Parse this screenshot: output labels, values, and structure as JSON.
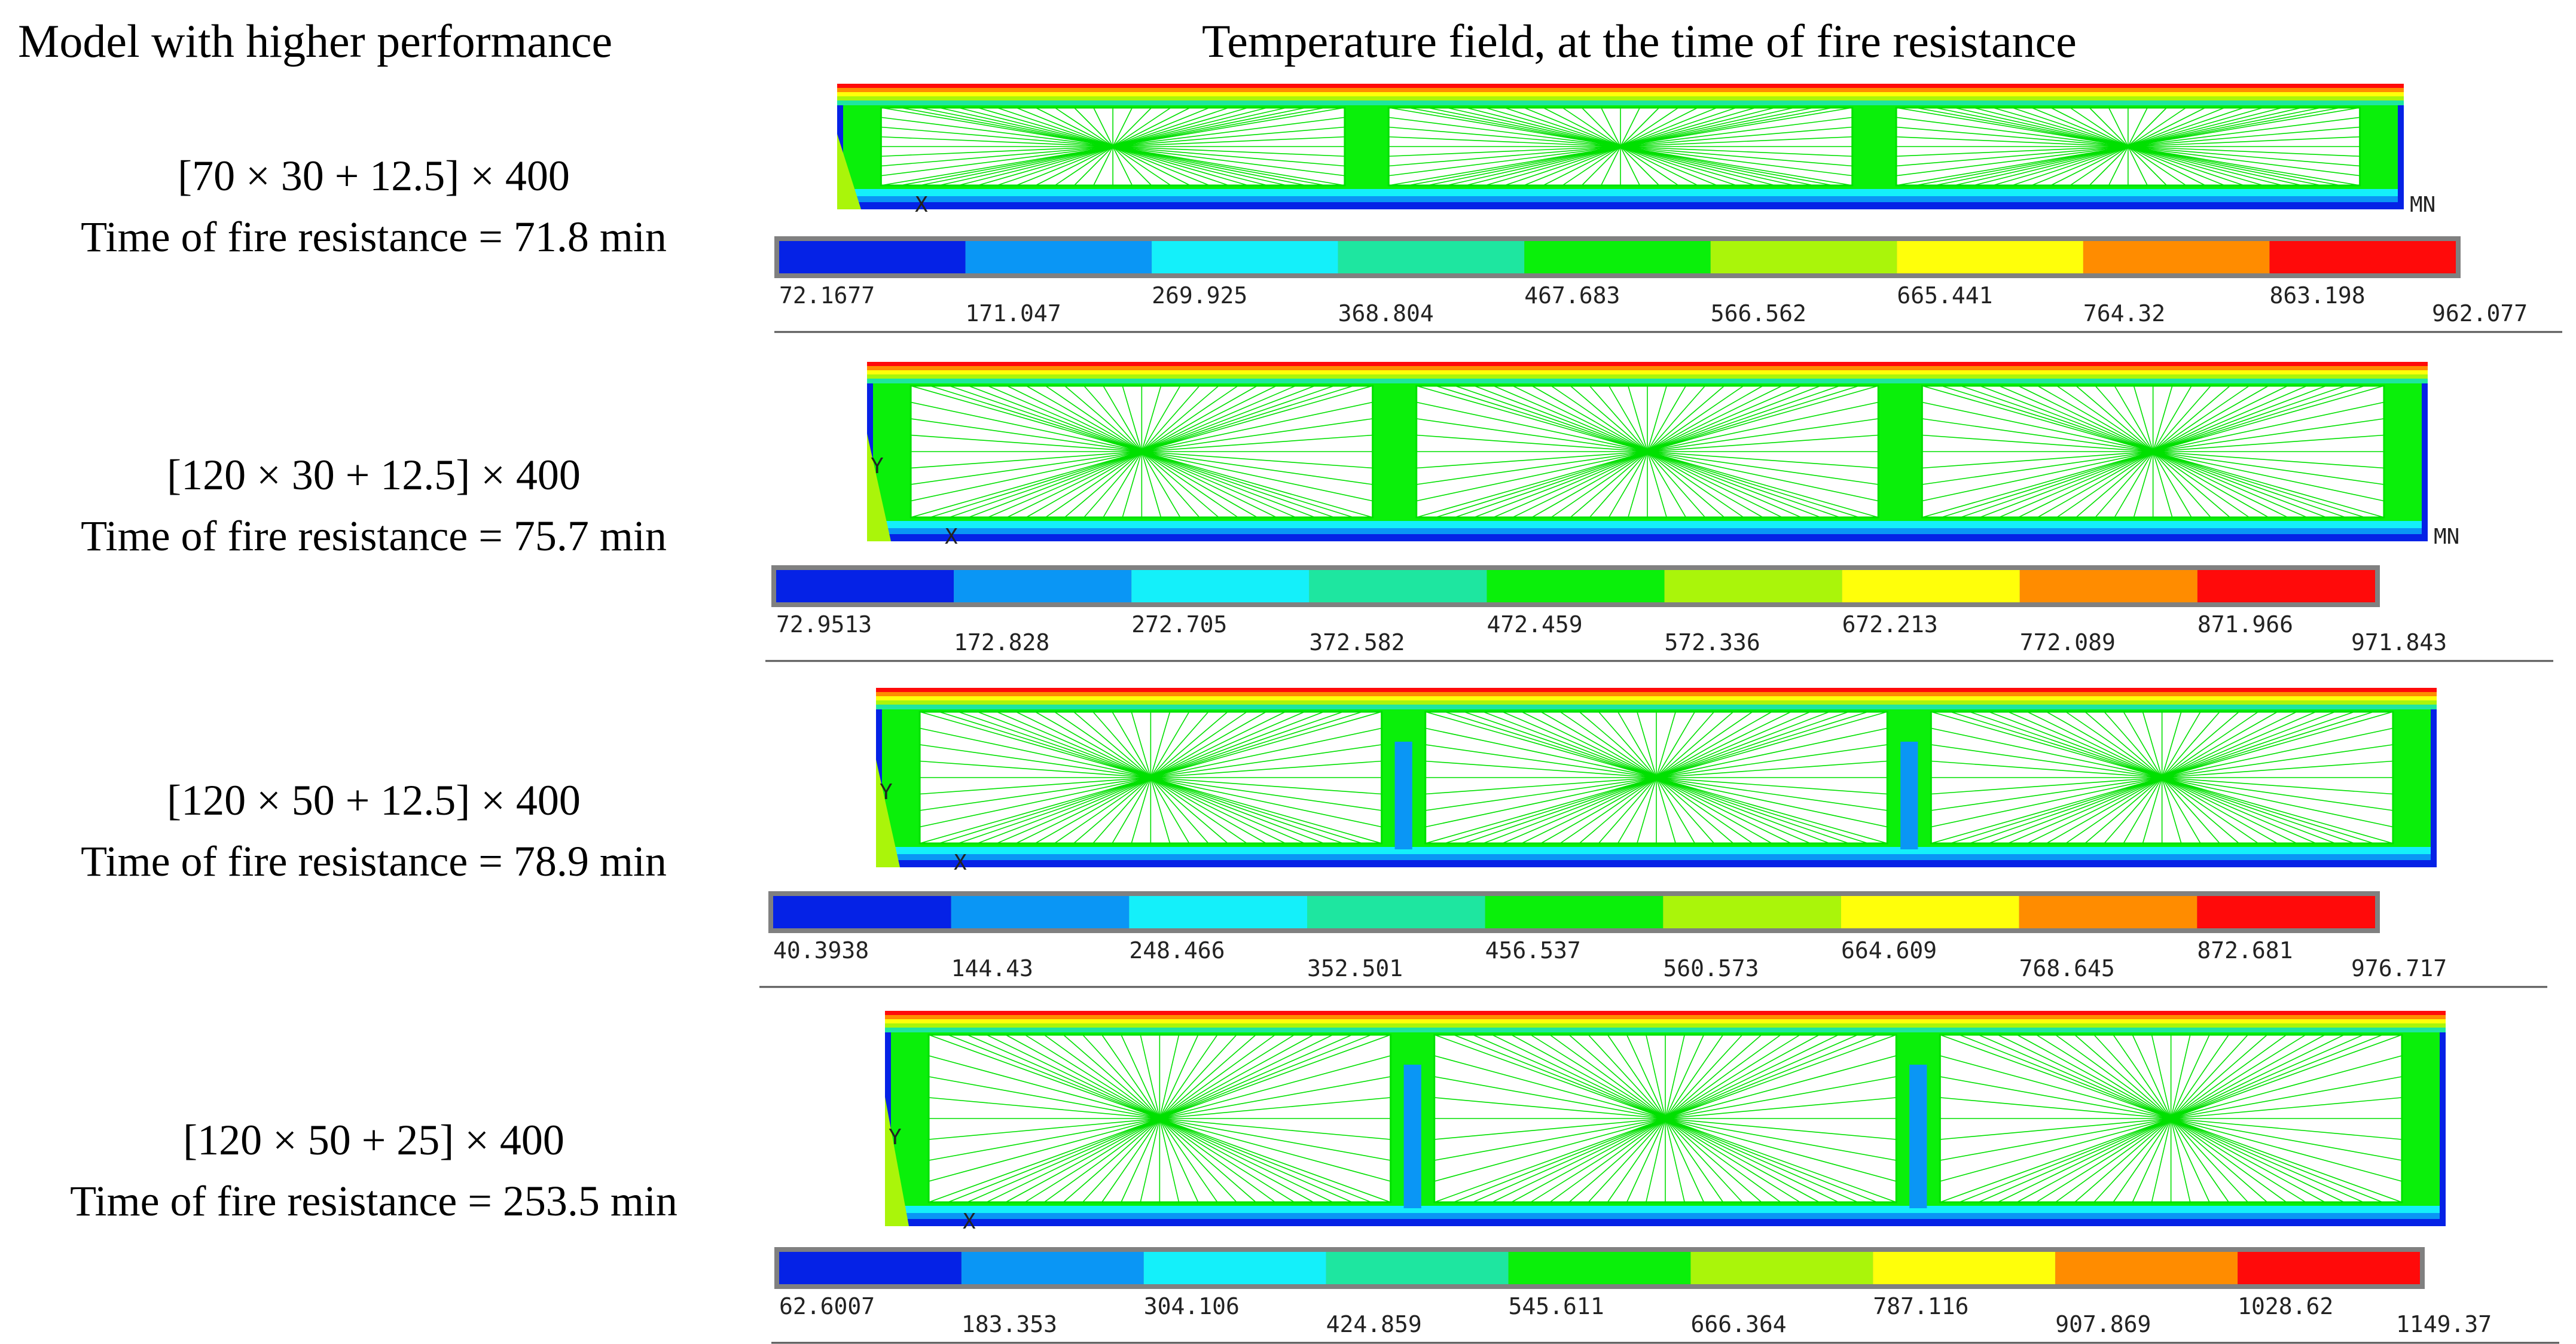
{
  "headings": {
    "left": "Model with higher performance",
    "right": "Temperature field, at the time of fire resistance"
  },
  "colors": {
    "palette": [
      "#0522e6",
      "#0a96f5",
      "#14f0fa",
      "#1ee6a0",
      "#0af00a",
      "#aaf50a",
      "#ffff0a",
      "#ff8c00",
      "#ff0a0a"
    ],
    "mesh_lines": "#00e000",
    "bar_frame": "#808080"
  },
  "models": [
    {
      "label": "[70 × 30 + 12.5] × 400",
      "fire_resistance": "Time of fire resistance = 71.8 min",
      "colorbar_ticks": [
        "72.1677",
        "171.047",
        "269.925",
        "368.804",
        "467.683",
        "566.562",
        "665.441",
        "764.32",
        "863.198",
        "962.077"
      ],
      "markers": {
        "x": "X",
        "y": "",
        "mn": "MN"
      }
    },
    {
      "label": "[120 × 30 + 12.5] × 400",
      "fire_resistance": "Time of fire resistance = 75.7 min",
      "colorbar_ticks": [
        "72.9513",
        "172.828",
        "272.705",
        "372.582",
        "472.459",
        "572.336",
        "672.213",
        "772.089",
        "871.966",
        "971.843"
      ],
      "markers": {
        "x": "X",
        "y": "Y",
        "mn": "MN"
      }
    },
    {
      "label": "[120 × 50 + 12.5] × 400",
      "fire_resistance": "Time of fire resistance = 78.9 min",
      "colorbar_ticks": [
        "40.3938",
        "144.43",
        "248.466",
        "352.501",
        "456.537",
        "560.573",
        "664.609",
        "768.645",
        "872.681",
        "976.717"
      ],
      "markers": {
        "x": "X",
        "y": "Y",
        "mn": ""
      }
    },
    {
      "label": "[120 × 50 + 25] × 400",
      "fire_resistance": "Time of fire resistance = 253.5 min",
      "colorbar_ticks": [
        "62.6007",
        "183.353",
        "304.106",
        "424.859",
        "545.611",
        "666.364",
        "787.116",
        "907.869",
        "1028.62",
        "1149.37"
      ],
      "markers": {
        "x": "X",
        "y": "Y",
        "mn": ""
      }
    }
  ]
}
